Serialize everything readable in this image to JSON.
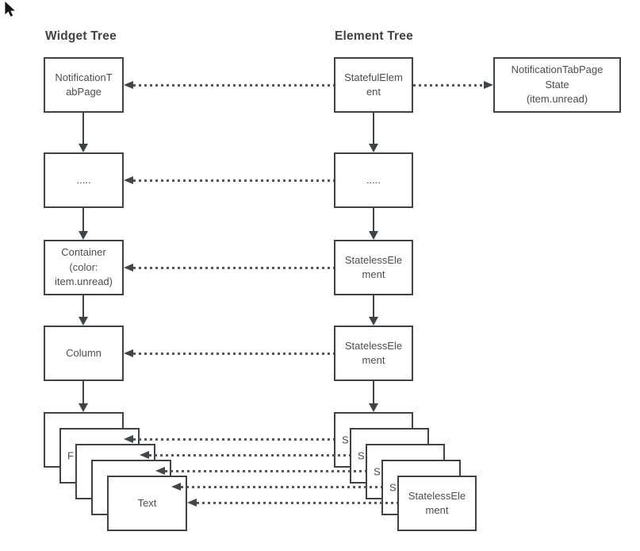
{
  "headers": {
    "widget_tree": "Widget Tree",
    "element_tree": "Element Tree"
  },
  "widget_tree": {
    "nodes": [
      {
        "label": "NotificationT\nabPage"
      },
      {
        "label": "....."
      },
      {
        "label": "Container\n(color:\nitem.unread)"
      },
      {
        "label": "Column"
      }
    ],
    "stack": {
      "back_labels": [
        "",
        "F",
        "",
        ""
      ],
      "front_label": "Text"
    }
  },
  "element_tree": {
    "nodes": [
      {
        "label": "StatefulElem\nent"
      },
      {
        "label": "....."
      },
      {
        "label": "StatelessEle\nment"
      },
      {
        "label": "StatelessEle\nment"
      }
    ],
    "stack": {
      "back_labels": [
        "S",
        "S",
        "S",
        "S"
      ],
      "front_label": "StatelessEle\nment"
    }
  },
  "state_node": {
    "label": "NotificationTabPage\nState\n(item.unread)"
  },
  "icons": {
    "cursor": "mouse-pointer-arrow"
  },
  "colors": {
    "background": "#FFFFFF",
    "box_border": "#3E4347",
    "box_text": "#4A4E51",
    "title_text": "#3E4245",
    "dotted_line": "#56595C",
    "arrowhead": "#42464A"
  }
}
